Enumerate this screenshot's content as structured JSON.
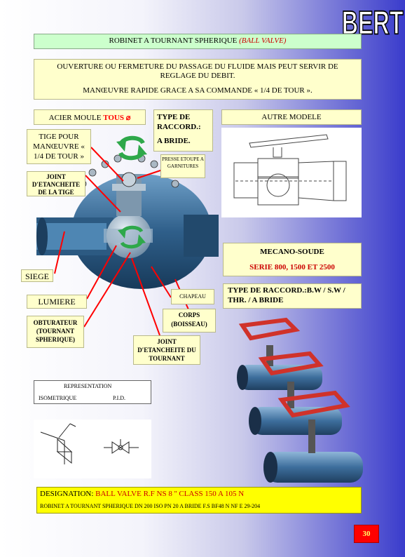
{
  "logo": {
    "text": "BERTIN F."
  },
  "title": {
    "prefix": "ROBINET A TOURNANT SPHERIQUE ",
    "suffix": "(BALL VALVE)"
  },
  "intro": {
    "line1": "OUVERTURE OU FERMETURE DU PASSAGE DU FLUIDE MAIS PEUT SERVIR DE REGLAGE DU DEBIT.",
    "line2": "MANŒUVRE RAPIDE GRACE A SA COMMANDE « 1/4 DE TOUR »."
  },
  "material": {
    "text": "ACIER MOULE ",
    "highlight": "TOUS ",
    "symbol": "⌀"
  },
  "connection_type": {
    "line1": "TYPE DE",
    "line2": "RACCORD.:",
    "line3": "A BRIDE."
  },
  "other_model": {
    "text": "AUTRE MODELE"
  },
  "labels": {
    "stem": "TIGE POUR MANŒUVRE « 1/4 DE TOUR »",
    "stem_seal": "JOINT D'ETANCHEITE DE LA TIGE",
    "packing": "PRESSE ETOUPE A GARNITURES",
    "seat": "SIEGE",
    "port": "LUMIERE",
    "bonnet": "CHAPEAU",
    "body": "CORPS (BOISSEAU)",
    "ball": "OBTURATEUR (TOURNANT SPHERIQUE)",
    "ball_seal": "JOINT D'ETANCHEITE DU TOURNANT"
  },
  "mecano": {
    "title": "MECANO-SOUDE",
    "series": "SERIE 800, 1500 ET 2500"
  },
  "connection_type_2": {
    "text": "TYPE DE RACCORD.:B.W / S.W / THR. / A BRIDE"
  },
  "representation": {
    "title": "REPRESENTATION",
    "iso": "ISOMETRIQUE",
    "pid": "P.I.D."
  },
  "designation": {
    "label": "DESIGNATION: ",
    "value": "BALL VALVE R.F NS 8 '' CLASS 150 A 105 N",
    "detail": "ROBINET A TOURNANT SPHERIQUE DN 200 ISO PN 20 A BRIDE F.S BF48 N NF E 29-204"
  },
  "page_number": "30",
  "colors": {
    "accent_red": "#ff0000",
    "box_yellow": "#ffffcc",
    "box_green": "#ccffcc",
    "arrow_green": "#2ea84a",
    "valve_blue": "#3b6e9a",
    "handwheel_red": "#d0322a"
  }
}
